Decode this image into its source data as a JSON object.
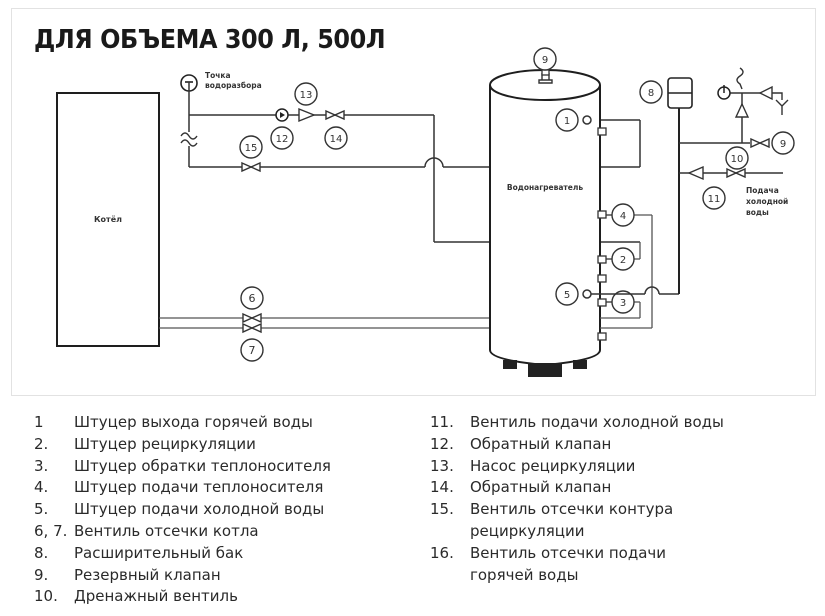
{
  "title": "ДЛЯ ОБЪЕМА 300 Л, 500Л",
  "diagram": {
    "boiler_label": "Котёл",
    "heater_label": "Водонагреватель",
    "draw_point_label_line1": "Точка",
    "draw_point_label_line2": "водоразбора",
    "cold_supply_label_line1": "Подача",
    "cold_supply_label_line2": "холодной",
    "cold_supply_label_line3": "воды",
    "markers": {
      "m1": "1",
      "m2": "2",
      "m3": "3",
      "m4": "4",
      "m5": "5",
      "m6": "6",
      "m7": "7",
      "m8": "8",
      "m9_top": "9",
      "m9_right": "9",
      "m10": "10",
      "m11": "11",
      "m12": "12",
      "m13": "13",
      "m14": "14",
      "m15": "15"
    }
  },
  "legend": {
    "left": [
      {
        "num": "1",
        "text": "Штуцер выхода горячей воды"
      },
      {
        "num": "2.",
        "text": "Штуцер рециркуляции"
      },
      {
        "num": "3.",
        "text": "Штуцер обратки теплоносителя"
      },
      {
        "num": "4.",
        "text": "Штуцер подачи теплоносителя"
      },
      {
        "num": "5.",
        "text": "Штуцер подачи холодной воды"
      },
      {
        "num": "6, 7.",
        "text": "Вентиль отсечки котла"
      },
      {
        "num": "8.",
        "text": "Расширительный бак"
      },
      {
        "num": "9.",
        "text": "Резервный клапан"
      },
      {
        "num": "10.",
        "text": "Дренажный вентиль"
      }
    ],
    "right": [
      {
        "num": "11.",
        "text": "Вентиль подачи холодной воды"
      },
      {
        "num": "12.",
        "text": "Обратный клапан"
      },
      {
        "num": "13.",
        "text": "Насос рециркуляции"
      },
      {
        "num": "14.",
        "text": "Обратный клапан"
      },
      {
        "num": "15.",
        "text": "Вентиль отсечки контура",
        "text2": "рециркуляции"
      },
      {
        "num": "16.",
        "text": "Вентиль отсечки подачи",
        "text2": "горячей воды"
      }
    ]
  },
  "colors": {
    "line": "#1e1e1e",
    "thin_line": "#555555",
    "frame": "#e2e2e2"
  }
}
